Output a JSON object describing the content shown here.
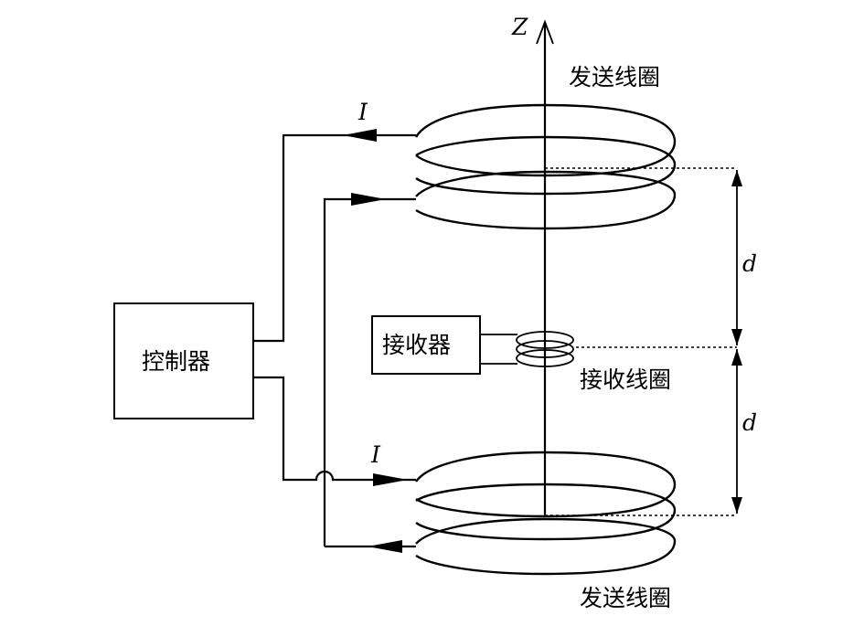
{
  "axis": {
    "label": "Z"
  },
  "labels": {
    "top_coil": "发送线圈",
    "bottom_coil": "发送线圈",
    "receiver_coil": "接收线圈",
    "controller": "控制器",
    "receiver": "接收器",
    "current_top": "I",
    "current_bottom": "I",
    "distance_upper": "d",
    "distance_lower": "d"
  }
}
